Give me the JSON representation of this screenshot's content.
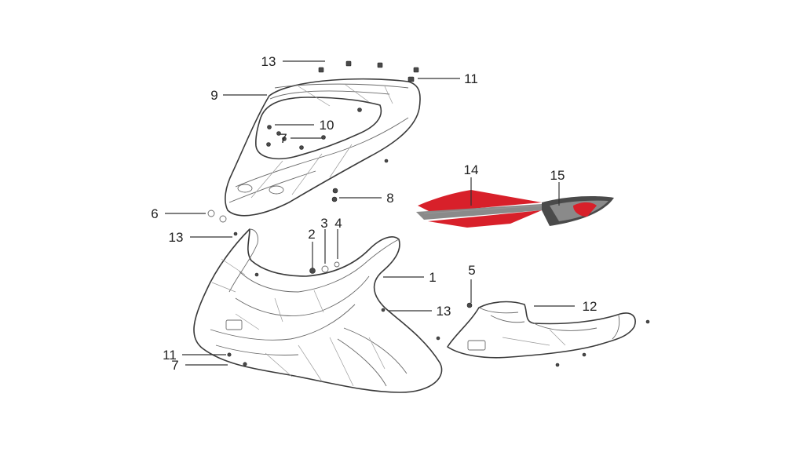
{
  "colors": {
    "background": "#ffffff",
    "line": "#3a3a3a",
    "decal_red": "#d8202a",
    "decal_grey": "#8a8a8a",
    "decal_dark": "#4a4a4a"
  },
  "callouts": [
    {
      "id": "c13a",
      "label": "13"
    },
    {
      "id": "c11a",
      "label": "11"
    },
    {
      "id": "c9",
      "label": "9"
    },
    {
      "id": "c10",
      "label": "10"
    },
    {
      "id": "c7a",
      "label": "7"
    },
    {
      "id": "c14",
      "label": "14"
    },
    {
      "id": "c15",
      "label": "15"
    },
    {
      "id": "c8",
      "label": "8"
    },
    {
      "id": "c6",
      "label": "6"
    },
    {
      "id": "c13b",
      "label": "13"
    },
    {
      "id": "c2",
      "label": "2"
    },
    {
      "id": "c3",
      "label": "3"
    },
    {
      "id": "c4",
      "label": "4"
    },
    {
      "id": "c1",
      "label": "1"
    },
    {
      "id": "c5",
      "label": "5"
    },
    {
      "id": "c12",
      "label": "12"
    },
    {
      "id": "c13c",
      "label": "13"
    },
    {
      "id": "c11b",
      "label": "11"
    },
    {
      "id": "c7b",
      "label": "7"
    }
  ]
}
